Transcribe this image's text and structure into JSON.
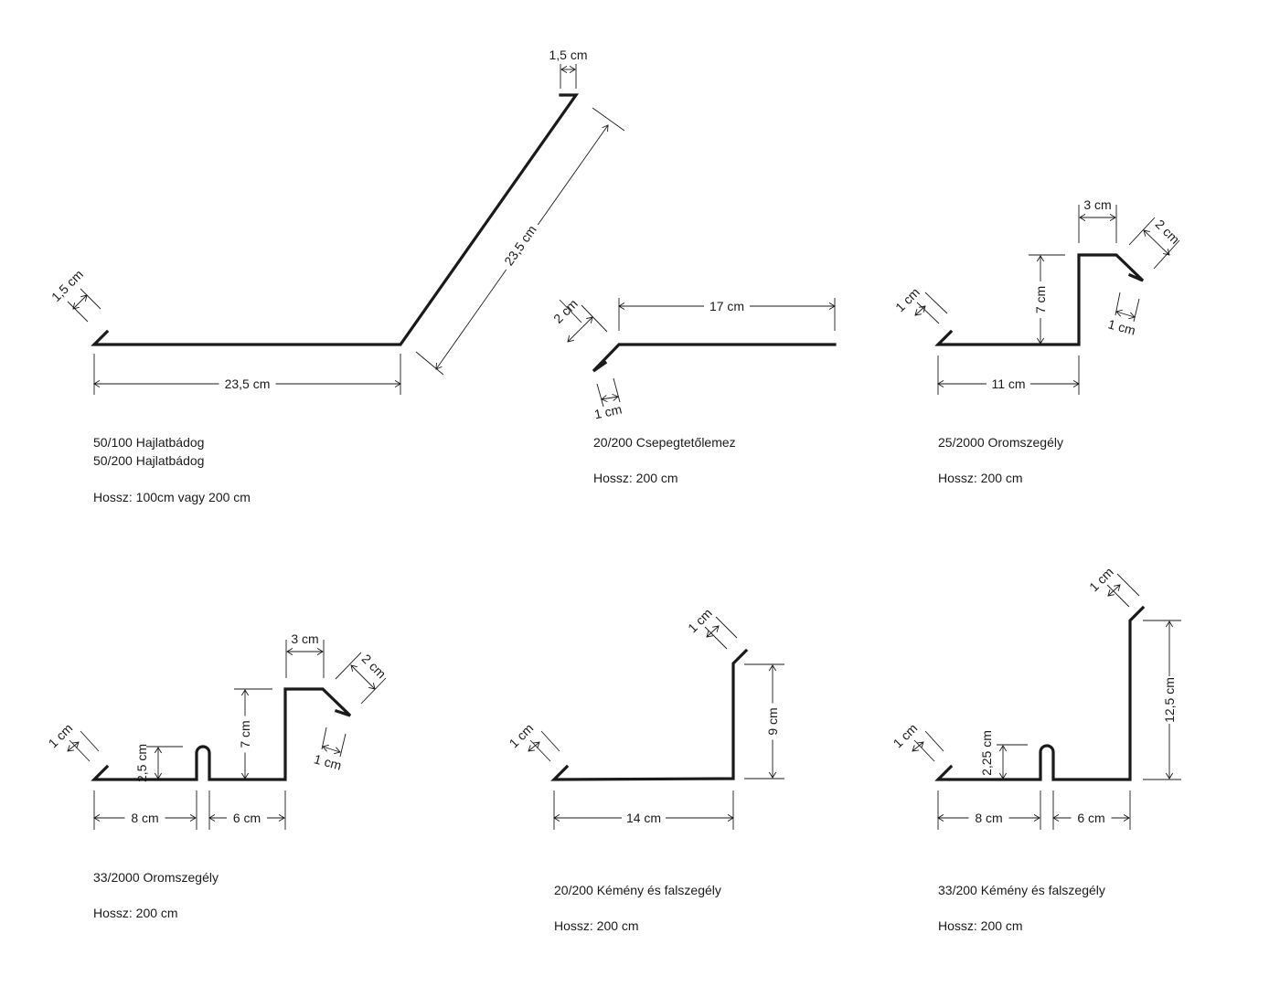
{
  "colors": {
    "ink": "#1a1a1a",
    "background": "#ffffff"
  },
  "profiles": [
    {
      "id": "hajlatbadog",
      "titles": [
        "50/100 Hajlatbádog",
        "50/200 Hajlatbádog"
      ],
      "length": "Hossz: 100cm vagy 200 cm",
      "dims": {
        "lip_left": "1,5 cm",
        "base": "23,5 cm",
        "slope": "23,5 cm",
        "lip_top": "1,5 cm"
      }
    },
    {
      "id": "csepegteto",
      "titles": [
        "20/200 Csepegtetőlemez"
      ],
      "length": "Hossz: 200 cm",
      "dims": {
        "top": "17 cm",
        "slope": "2 cm",
        "hem": "1 cm"
      }
    },
    {
      "id": "oromszegely-25",
      "titles": [
        "25/2000 Oromszegély"
      ],
      "length": "Hossz: 200 cm",
      "dims": {
        "lip": "1 cm",
        "base": "11 cm",
        "height": "7 cm",
        "top": "3 cm",
        "slope": "2 cm",
        "hem": "1 cm"
      }
    },
    {
      "id": "oromszegely-33",
      "titles": [
        "33/2000 Oromszegély"
      ],
      "length": "Hossz: 200 cm",
      "dims": {
        "lip": "1 cm",
        "rib_height": "2,5 cm",
        "base_left": "8 cm",
        "base_right": "6 cm",
        "height": "7 cm",
        "top": "3 cm",
        "slope": "2 cm",
        "hem": "1 cm"
      }
    },
    {
      "id": "kemeny-20",
      "titles": [
        "20/200 Kémény és falszegély"
      ],
      "length": "Hossz: 200 cm",
      "dims": {
        "lip_left": "1 cm",
        "base": "14 cm",
        "height": "9 cm",
        "lip_top": "1 cm"
      }
    },
    {
      "id": "kemeny-33",
      "titles": [
        "33/200 Kémény és falszegély"
      ],
      "length": "Hossz: 200 cm",
      "dims": {
        "lip_left": "1 cm",
        "rib_height": "2,25 cm",
        "base_left": "8 cm",
        "base_right": "6 cm",
        "height": "12,5 cm",
        "lip_top": "1 cm"
      }
    }
  ]
}
